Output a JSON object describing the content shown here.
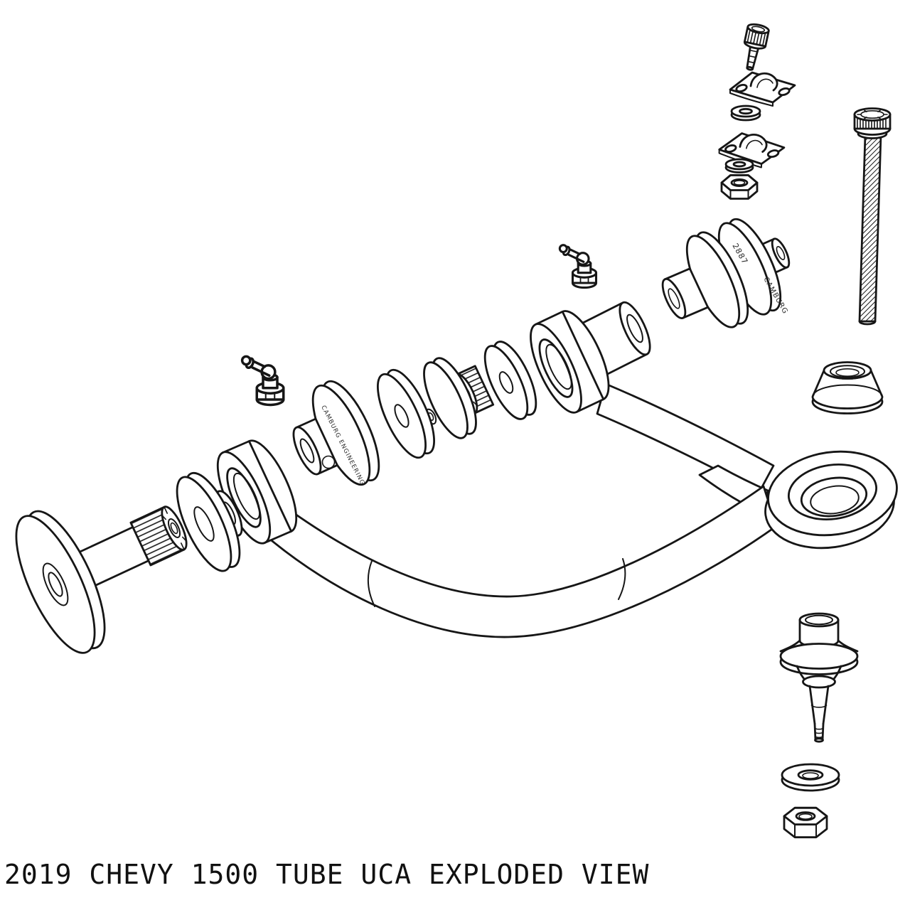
{
  "page": {
    "background": "#ffffff",
    "ink": "#161616"
  },
  "caption": "2019 CHEVY 1500 TUBE UCA EXPLODED VIEW",
  "markings": {
    "left_bushing_text": "CAMBURG ENGINEERING",
    "right_bushing_model": "2887",
    "right_bushing_brand": "CAMBURG"
  },
  "parts": [
    {
      "id": "cap-screw",
      "label": "socket cap screw"
    },
    {
      "id": "clamp-half-upper",
      "label": "clamp half"
    },
    {
      "id": "clamp-washer-1",
      "label": "washer"
    },
    {
      "id": "clamp-half-lower",
      "label": "clamp half"
    },
    {
      "id": "clamp-washer-2",
      "label": "washer"
    },
    {
      "id": "clamp-nut",
      "label": "hex nut"
    },
    {
      "id": "pivot-stud",
      "label": "threaded pivot stud"
    },
    {
      "id": "dust-cap",
      "label": "dust cap"
    },
    {
      "id": "uniball-bushing-assembly",
      "label": "pivot bushing assembly"
    },
    {
      "id": "grease-fitting-front",
      "label": "grease zerk fitting"
    },
    {
      "id": "grease-fitting-rear",
      "label": "grease zerk fitting"
    },
    {
      "id": "control-arm",
      "label": "tube upper control arm"
    },
    {
      "id": "bushing-washer-set",
      "label": "pivot bushings and washers"
    },
    {
      "id": "flanged-bushing-front",
      "label": "flanged bushing"
    },
    {
      "id": "splined-pivot-bolt",
      "label": "splined pivot bolt"
    },
    {
      "id": "cone-washer",
      "label": "flange washer"
    },
    {
      "id": "ball-joint",
      "label": "ball joint"
    },
    {
      "id": "ball-joint-washer",
      "label": "washer"
    },
    {
      "id": "ball-joint-nut",
      "label": "hex nut"
    }
  ]
}
